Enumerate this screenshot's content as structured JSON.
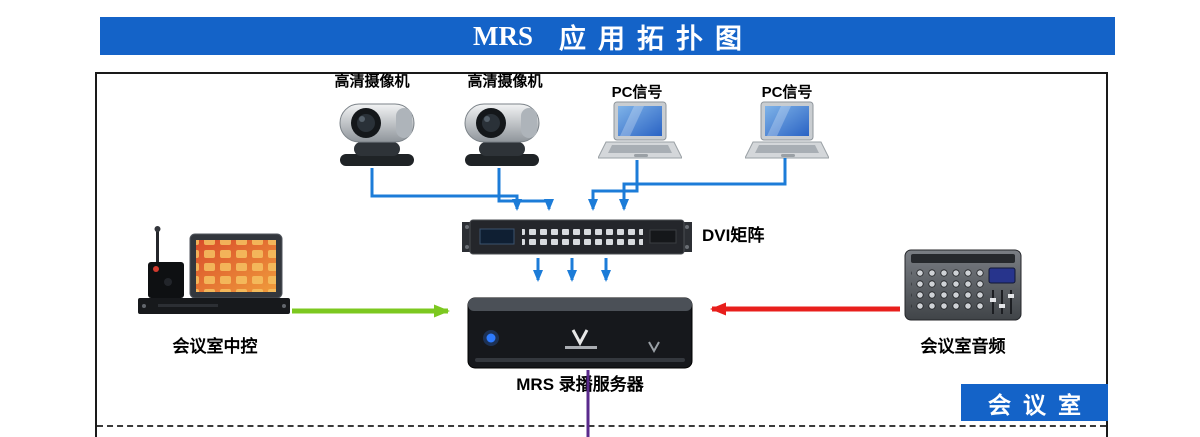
{
  "header": {
    "title_en": "MRS",
    "title_zh": "应用拓扑图"
  },
  "devices": {
    "camera1": {
      "label": "高清摄像机"
    },
    "camera2": {
      "label": "高清摄像机"
    },
    "pc1": {
      "label": "PC信号"
    },
    "pc2": {
      "label": "PC信号"
    },
    "matrix": {
      "label": "DVI矩阵"
    },
    "server": {
      "label": "MRS 录播服务器"
    },
    "control": {
      "label": "会议室中控"
    },
    "audio": {
      "label": "会议室音频"
    }
  },
  "room_badge": {
    "label": "会议室"
  },
  "colors": {
    "banner_bg": "#1463c8",
    "arrow_blue": "#1c7cd8",
    "arrow_green": "#7cc820",
    "arrow_red": "#e81f1c",
    "line_purple": "#5a2a8c",
    "border_dark": "#1a1a1a"
  }
}
